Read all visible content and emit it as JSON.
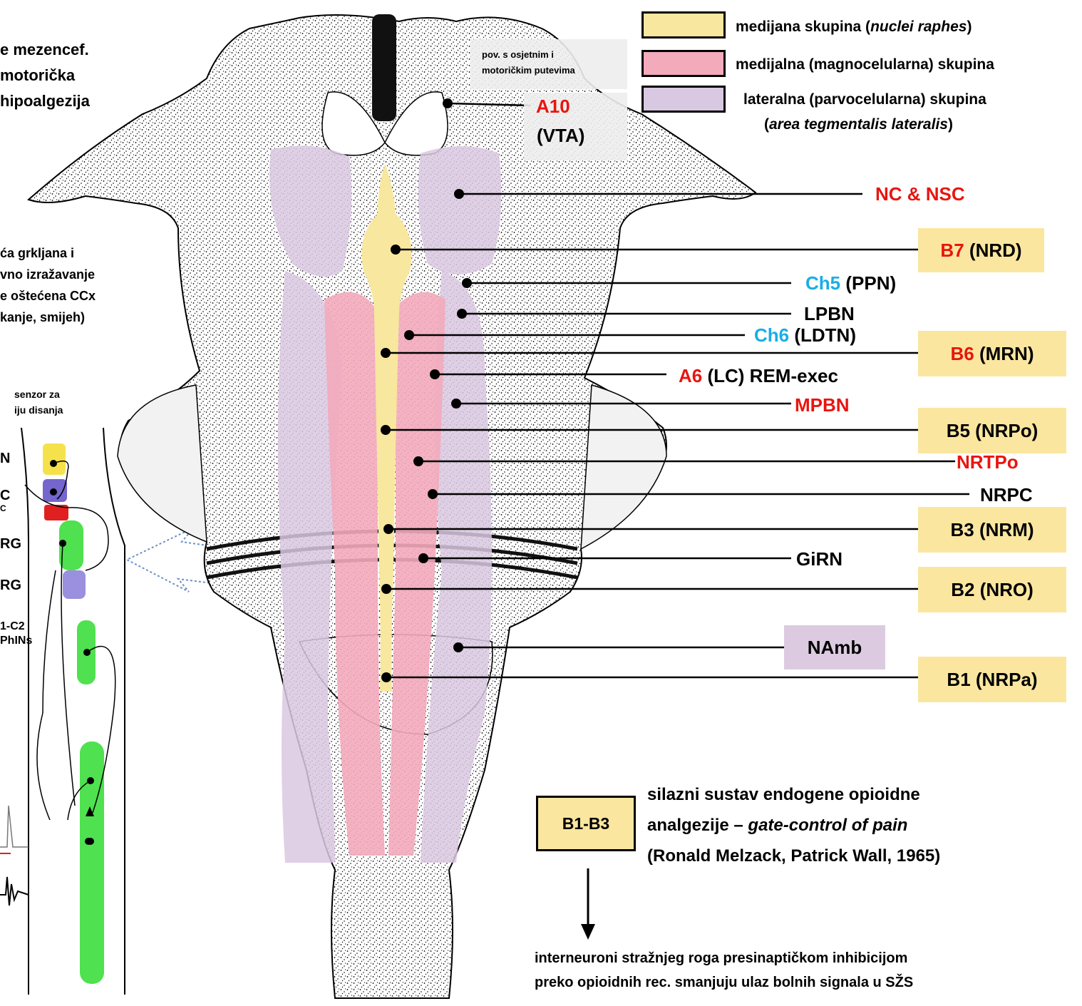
{
  "colors": {
    "median_yellow": "#f8e79e",
    "medial_pink": "#f3aabb",
    "lateral_purple": "#d9c8e1",
    "label_red": "#e8150f",
    "label_cyan": "#18aee5",
    "box_yellow": "#fbe6a0",
    "box_purple": "#dccbe0",
    "spinal_green": "#4fe14f"
  },
  "left_panel": {
    "top_text": [
      "e mezencef.",
      " motorička",
      "hipoalgezija"
    ],
    "mid_text": [
      "ća grkljana i",
      "vno izražavanje",
      "e oštećena CCx",
      "kanje, smijeh)"
    ],
    "sensor_text": [
      "senzor za",
      "iju disanja"
    ],
    "cord_labels": [
      "N",
      "C",
      "C",
      "RG",
      "RG",
      "1-C2",
      "PhINs"
    ]
  },
  "legend": [
    {
      "swatch": "median_yellow",
      "text": "medijana skupina (",
      "italic": "nuclei raphes",
      "text_end": ")"
    },
    {
      "swatch": "medial_pink",
      "text": "medijalna (magnocelularna) skupina",
      "italic": "",
      "text_end": ""
    },
    {
      "swatch": "lateral_purple",
      "text": "lateralna (parvocelularna) skupina",
      "italic": "",
      "text_end": ""
    }
  ],
  "legend_line2": {
    "text": "(",
    "italic": "area tegmentalis lateralis",
    "text_end": ")"
  },
  "top_note": [
    "pov. s osjetnim i",
    "motoričkim putevima"
  ],
  "labels": {
    "a10": "A10",
    "vta": "(VTA)",
    "nc_nsc": "NC & NSC",
    "b7_code": "B7",
    "b7_name": "(NRD)",
    "ch5_code": "Ch5",
    "ch5_name": "(PPN)",
    "lpbn": "LPBN",
    "ch6_code": "Ch6",
    "ch6_name": "(LDTN)",
    "b6_code": "B6",
    "b6_name": "(MRN)",
    "a6_code": "A6",
    "a6_name": "(LC) REM-exec",
    "mpbn": "MPBN",
    "b5": "B5 (NRPo)",
    "nrtpo": "NRTPo",
    "nrpc": "NRPC",
    "b3": "B3 (NRM)",
    "girn": "GiRN",
    "b2": "B2 (NRO)",
    "namb": "NAmb",
    "b1": "B1 (NRPa)"
  },
  "bottom": {
    "b1b3": "B1-B3",
    "desc_line1": "silazni sustav endogene opioidne",
    "desc_line2_a": "analgezije – ",
    "desc_line2_b": "gate-control of pain",
    "desc_line3": "(Ronald Melzack, Patrick Wall, 1965)",
    "result_line1": "interneuroni stražnjeg roga presinaptičkom inhibicijom",
    "result_line2": "preko opioidnih rec. smanjuju ulaz bolnih signala u SŽS"
  }
}
